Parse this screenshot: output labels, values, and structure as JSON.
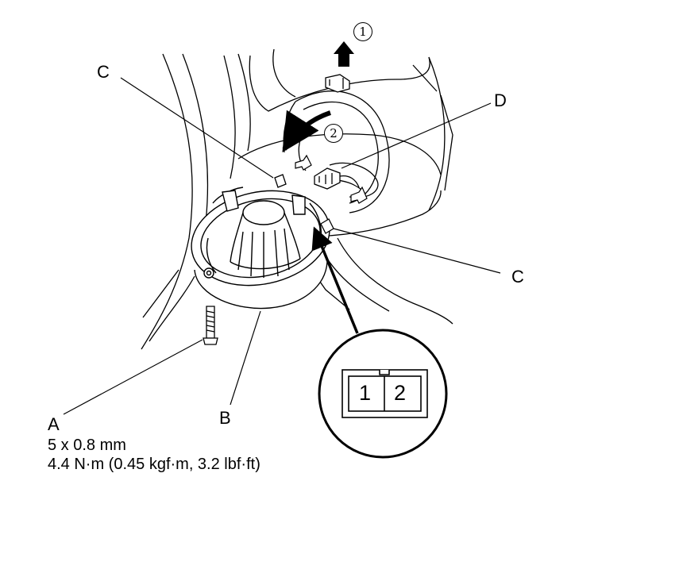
{
  "callouts": {
    "a": "A",
    "b": "B",
    "c_top": "C",
    "c_right": "C",
    "d": "D"
  },
  "steps": {
    "one": "1",
    "two": "2"
  },
  "fastener": {
    "size": "5 x 0.8 mm",
    "torque": "4.4 N·m (0.45 kgf·m, 3.2 lbf·ft)"
  },
  "connector": {
    "pins": [
      "1",
      "2"
    ]
  }
}
